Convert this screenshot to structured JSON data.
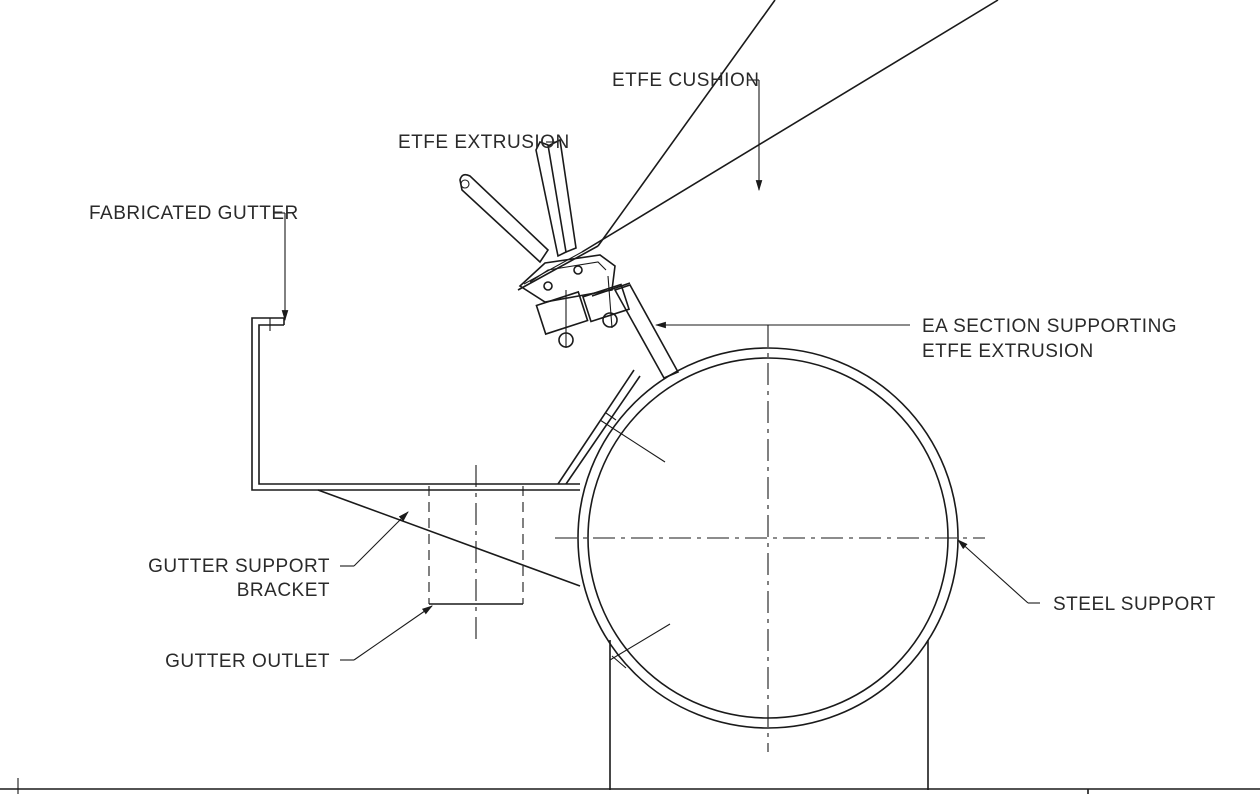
{
  "labels": {
    "etfe_cushion": "ETFE CUSHION",
    "etfe_extrusion": "ETFE EXTRUSION",
    "fabricated_gutter": "FABRICATED GUTTER",
    "ea_section_line1": "EA SECTION SUPPORTING",
    "ea_section_line2": "ETFE EXTRUSION",
    "gutter_support_line1": "GUTTER SUPPORT",
    "gutter_support_line2": "BRACKET",
    "steel_support": "STEEL SUPPORT",
    "gutter_outlet": "GUTTER OUTLET"
  },
  "colors": {
    "line": "#1a1a1a",
    "text": "#2a2a2a",
    "background": "#ffffff"
  }
}
